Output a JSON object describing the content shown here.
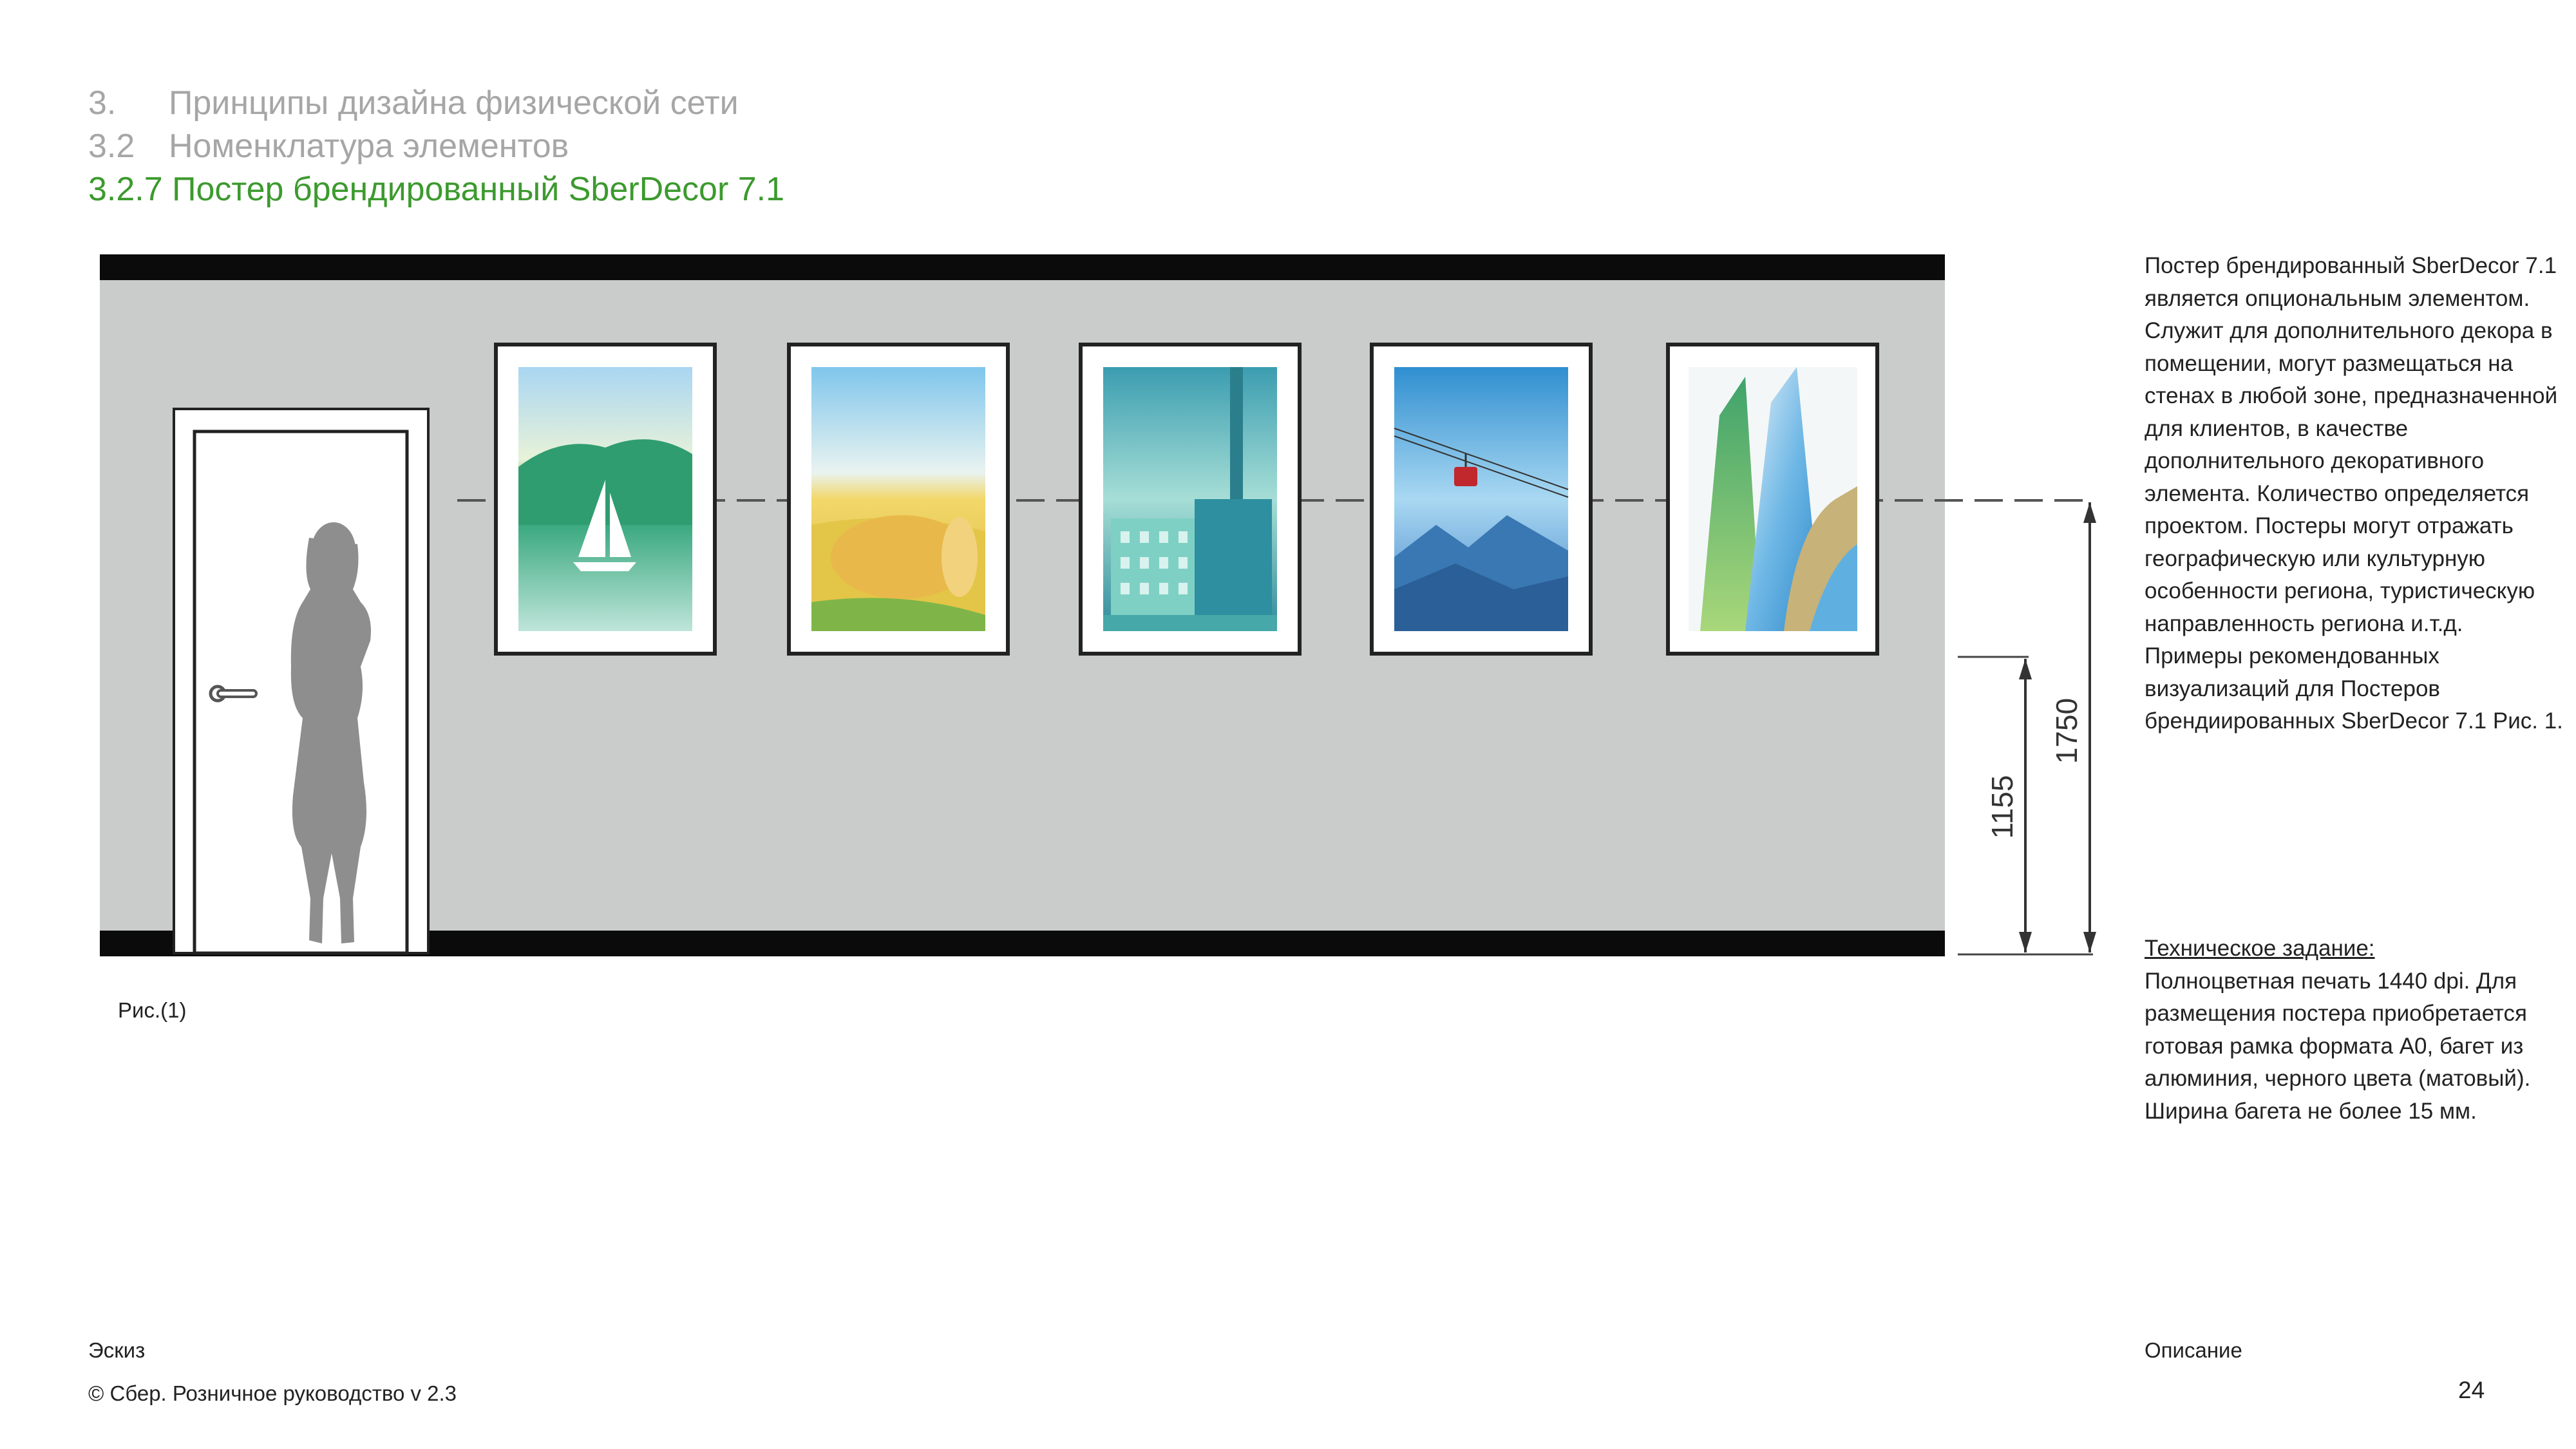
{
  "heading": {
    "l1_num": "3.",
    "l1_text": "Принципы дизайна физической сети",
    "l2_num": "3.2",
    "l2_text": "Номенклатура элементов",
    "l3": "3.2.7 Постер брендированный SberDecor 7.1"
  },
  "drawing": {
    "dim_small": "1155",
    "dim_large": "1750"
  },
  "description": {
    "paragraph": "Постер брендированный SberDecor 7.1 является опциональным элементом.  Служит для дополнительного декора в помещении, могут размещаться на стенах в любой зоне, предназначенной для клиентов, в качестве дополнительного декоративного элемента. Количество определяется проектом. Постеры могут отражать географическую или культурную особенности  региона, туристическую направленность региона и.т.д.",
    "paragraph2": "Примеры рекомендованных визуализаций для Постеров брендиированных  SberDecor 7.1 Рис. 1."
  },
  "spec": {
    "title": "Техническое задание:",
    "text": "Полноцветная печать 1440 dpi. Для размещения постера приобретается готовая рамка формата А0,  багет из алюминия, черного цвета (матовый). Ширина багета не более 15 мм."
  },
  "figure_caption": "Рис.(1)",
  "footer": {
    "sketch": "Эскиз",
    "description_label": "Описание",
    "copyright": "© Сбер. Розничное руководство  v 2.3",
    "page": "24"
  },
  "colors": {
    "title_gray": "#a6a6a6",
    "title_green": "#3c9a2e",
    "wall": "#c9cccb"
  }
}
